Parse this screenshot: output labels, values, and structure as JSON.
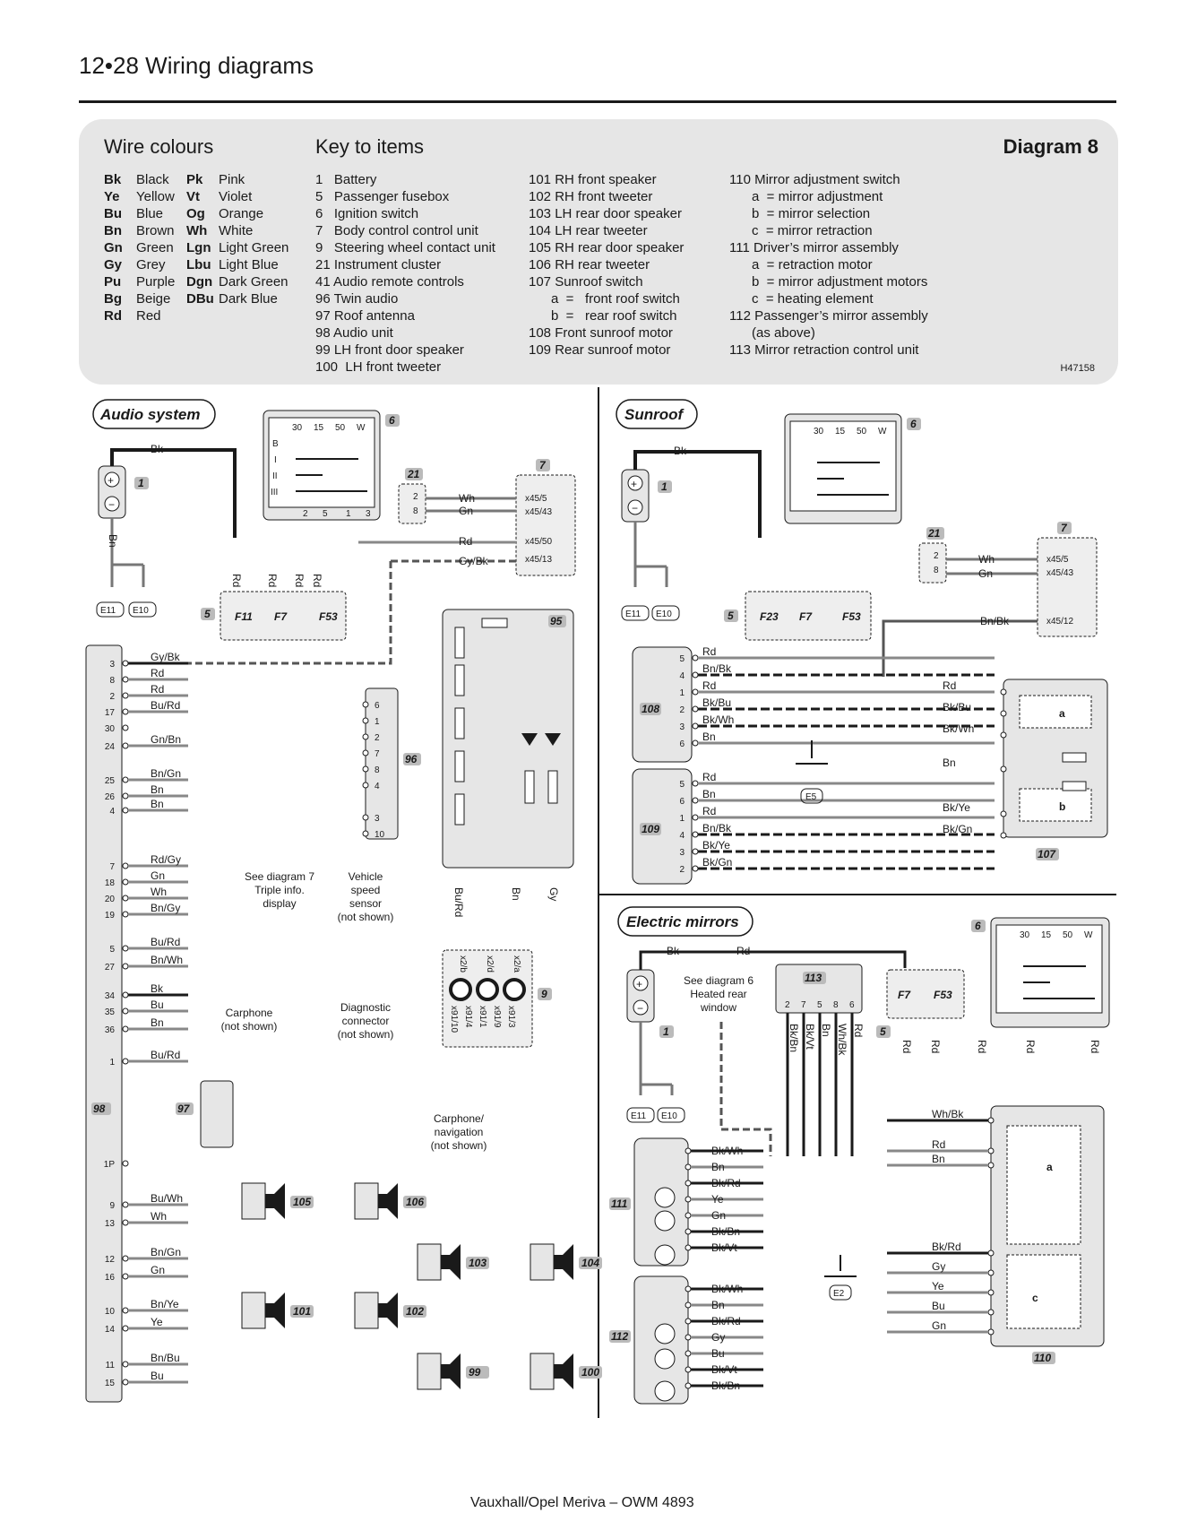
{
  "header": {
    "title": "12•28  Wiring diagrams"
  },
  "key": {
    "wire_colours_title": "Wire colours",
    "key_title": "Key to items",
    "diagram_label": "Diagram 8",
    "ref": "H47158",
    "colours_col1": [
      {
        "code": "Bk",
        "name": "Black"
      },
      {
        "code": "Ye",
        "name": "Yellow"
      },
      {
        "code": "Bu",
        "name": "Blue"
      },
      {
        "code": "Bn",
        "name": "Brown"
      },
      {
        "code": "Gn",
        "name": "Green"
      },
      {
        "code": "Gy",
        "name": "Grey"
      },
      {
        "code": "Pu",
        "name": "Purple"
      },
      {
        "code": "Bg",
        "name": "Beige"
      },
      {
        "code": "Rd",
        "name": "Red"
      }
    ],
    "colours_col2": [
      {
        "code": "Pk",
        "name": "Pink"
      },
      {
        "code": "Vt",
        "name": "Violet"
      },
      {
        "code": "Og",
        "name": "Orange"
      },
      {
        "code": "Wh",
        "name": "White"
      },
      {
        "code": "Lgn",
        "name": "Light Green"
      },
      {
        "code": "Lbu",
        "name": "Light Blue"
      },
      {
        "code": "Dgn",
        "name": "Dark Green"
      },
      {
        "code": "DBu",
        "name": "Dark Blue"
      }
    ],
    "items_col1": [
      "1   Battery",
      "5   Passenger fusebox",
      "6   Ignition switch",
      "7   Body control control unit",
      "9   Steering wheel contact unit",
      "21 Instrument cluster",
      "41 Audio remote controls",
      "96 Twin audio",
      "97 Roof antenna",
      "98 Audio unit",
      "99 LH front door speaker",
      "100  LH front tweeter"
    ],
    "items_col2": [
      "101 RH front speaker",
      "102 RH front tweeter",
      "103 LH rear door speaker",
      "104 LH rear tweeter",
      "105 RH rear door speaker",
      "106 RH rear tweeter",
      "107 Sunroof switch",
      "      a  =   front roof switch",
      "      b  =   rear roof switch",
      "108 Front sunroof motor",
      "109 Rear sunroof motor"
    ],
    "items_col3": [
      "110 Mirror adjustment switch",
      "      a  = mirror adjustment",
      "      b  = mirror selection",
      "      c  = mirror retraction",
      "111 Driver’s mirror assembly",
      "      a  = retraction motor",
      "      b  = mirror adjustment motors",
      "      c  = heating element",
      "112 Passenger’s mirror assembly",
      "      (as above)",
      "113 Mirror retraction control unit"
    ]
  },
  "sections": {
    "audio": "Audio system",
    "sunroof": "Sunroof",
    "mirrors": "Electric mirrors"
  },
  "ign": {
    "cols": [
      "30",
      "15",
      "50",
      "W"
    ],
    "rows": [
      "B",
      "I",
      "II",
      "III"
    ],
    "pins": [
      "2",
      "5",
      "1",
      "3"
    ]
  },
  "audio": {
    "bcm_pins": [
      {
        "pin": "x45/5",
        "wire": "Wh"
      },
      {
        "pin": "x45/43",
        "wire": "Gn"
      },
      {
        "pin": "x45/50",
        "wire": "Rd"
      },
      {
        "pin": "x45/13",
        "wire": "Gy/Bk"
      }
    ],
    "fuses": [
      "F11",
      "F7",
      "F53"
    ],
    "unit98_pins": [
      {
        "pin": "3",
        "wire": "Gy/Bk"
      },
      {
        "pin": "8",
        "wire": "Rd"
      },
      {
        "pin": "2",
        "wire": "Rd"
      },
      {
        "pin": "17",
        "wire": "Bu/Rd"
      },
      {
        "pin": "30",
        "wire": ""
      },
      {
        "pin": "24",
        "wire": "Gn/Bn"
      },
      {
        "pin": "25",
        "wire": "Bn/Gn"
      },
      {
        "pin": "26",
        "wire": "Bn"
      },
      {
        "pin": "4",
        "wire": "Bn"
      },
      {
        "pin": "7",
        "wire": "Rd/Gy"
      },
      {
        "pin": "18",
        "wire": "Gn"
      },
      {
        "pin": "20",
        "wire": "Wh"
      },
      {
        "pin": "19",
        "wire": "Bn/Gy"
      },
      {
        "pin": "5",
        "wire": "Bu/Rd"
      },
      {
        "pin": "27",
        "wire": "Bn/Wh"
      },
      {
        "pin": "34",
        "wire": "Bk"
      },
      {
        "pin": "35",
        "wire": "Bu"
      },
      {
        "pin": "36",
        "wire": "Bn"
      },
      {
        "pin": "1",
        "wire": "Bu/Rd"
      },
      {
        "pin": "1P",
        "wire": ""
      },
      {
        "pin": "9",
        "wire": "Bu/Wh"
      },
      {
        "pin": "13",
        "wire": "Wh"
      },
      {
        "pin": "12",
        "wire": "Bn/Gn"
      },
      {
        "pin": "16",
        "wire": "Gn"
      },
      {
        "pin": "10",
        "wire": "Bn/Ye"
      },
      {
        "pin": "14",
        "wire": "Ye"
      },
      {
        "pin": "11",
        "wire": "Bn/Bu"
      },
      {
        "pin": "15",
        "wire": "Bu"
      }
    ],
    "unit96_pins": [
      "6",
      "1",
      "2",
      "7",
      "8",
      "4",
      "3",
      "10"
    ],
    "notes": {
      "triple": "See diagram 7\nTriple info.\ndisplay",
      "vss": "Vehicle\nspeed\nsensor\n(not shown)",
      "carphone": "Carphone\n(not shown)",
      "diag": "Diagnostic\nconnector\n(not shown)",
      "nav": "Carphone/\nnavigation\n(not shown)"
    },
    "sw9_pins_top": [
      "x2/b",
      "x2/d",
      "x2/a"
    ],
    "sw9_pins_bottom": [
      "x91/10",
      "x91/4",
      "x91/1",
      "x91/9",
      "x91/3"
    ]
  },
  "sunroof": {
    "bcm_pins": [
      {
        "pin": "x45/5",
        "wire": "Wh"
      },
      {
        "pin": "x45/43",
        "wire": "Gn"
      },
      {
        "pin": "x45/12",
        "wire": "Bn/Bk"
      }
    ],
    "fuses": [
      "F23",
      "F7",
      "F53"
    ],
    "m108": [
      {
        "pin": "5",
        "wire": "Rd"
      },
      {
        "pin": "4",
        "wire": "Bn/Bk"
      },
      {
        "pin": "1",
        "wire": "Rd"
      },
      {
        "pin": "2",
        "wire": "Bk/Bu"
      },
      {
        "pin": "3",
        "wire": "Bk/Wh"
      },
      {
        "pin": "6",
        "wire": "Bn"
      }
    ],
    "m109": [
      {
        "pin": "5",
        "wire": "Rd"
      },
      {
        "pin": "6",
        "wire": "Bn"
      },
      {
        "pin": "1",
        "wire": "Rd"
      },
      {
        "pin": "4",
        "wire": "Bn/Bk"
      },
      {
        "pin": "3",
        "wire": "Bk/Ye"
      },
      {
        "pin": "2",
        "wire": "Bk/Gn"
      }
    ],
    "sw107_wires": [
      "Rd",
      "Bk/Bu",
      "Bk/Wh",
      "Bn",
      "Bk/Ye",
      "Bk/Gn"
    ]
  },
  "mirrors": {
    "note_heated": "See diagram 6\nHeated rear\nwindow",
    "fuses": [
      "F7",
      "F53"
    ],
    "u113_pins": [
      "2",
      "7",
      "5",
      "8",
      "6"
    ],
    "u113_wires": [
      "Bk/Bn",
      "Bk/Vt",
      "Bn",
      "Wh/Bk",
      "Rd"
    ],
    "m111": [
      "Bk/Wh",
      "Bn",
      "Bk/Rd",
      "Ye",
      "Gn",
      "Bk/Bn",
      "Bk/Vt"
    ],
    "m112": [
      "Bk/Wh",
      "Bn",
      "Bk/Rd",
      "Gy",
      "Bu",
      "Bk/Vt",
      "Bk/Bn"
    ],
    "sw110": [
      "Wh/Bk",
      "Rd",
      "Bn",
      "Bk/Rd",
      "Gy",
      "Ye",
      "Bu",
      "Gn"
    ]
  },
  "footer": "Vauxhall/Opel Meriva – OWM 4893"
}
